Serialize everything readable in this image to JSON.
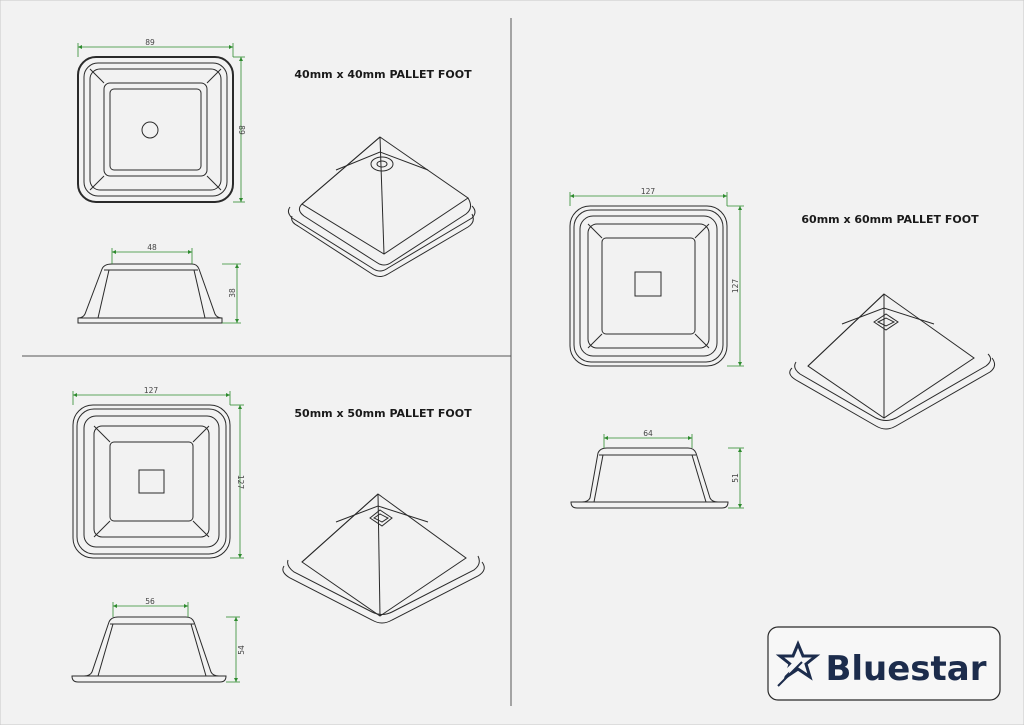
{
  "colors": {
    "paper": "#f2f2f2",
    "outline": "#2a2a2a",
    "dimension": "#2e8b2e",
    "brand_navy": "#1c2c4c"
  },
  "sheet": {
    "drawings": [
      {
        "title": "40mm x 40mm PALLET FOOT",
        "top_view": {
          "width_label": "89",
          "height_label": "89"
        },
        "side_view": {
          "top_width_label": "48",
          "height_label": "38"
        }
      },
      {
        "title": "50mm x 50mm PALLET FOOT",
        "top_view": {
          "width_label": "127",
          "height_label": "127"
        },
        "side_view": {
          "top_width_label": "56",
          "height_label": "54"
        }
      },
      {
        "title": "60mm x 60mm PALLET FOOT",
        "top_view": {
          "width_label": "127",
          "height_label": "127"
        },
        "side_view": {
          "top_width_label": "64",
          "height_label": "51"
        }
      }
    ]
  },
  "brand": {
    "name": "Bluestar",
    "icon": "star-icon"
  }
}
